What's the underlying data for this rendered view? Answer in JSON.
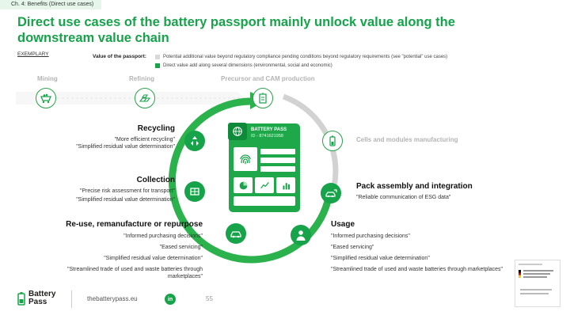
{
  "chapter": "Ch. 4: Benefits (Direct use cases)",
  "title": "Direct use cases of the battery passport mainly unlock value along the downstream value chain",
  "exemplary": "EXEMPLARY",
  "legend": {
    "label": "Value of the passport:",
    "items": [
      {
        "text": "Potential additional value beyond regulatory compliance pending conditions beyond regulatory requirements (see \"potential\" use cases)",
        "color": "#d9d9d9"
      },
      {
        "text": "Direct value add along several dimensions (environmental, social and economic)",
        "color": "#16a34a"
      }
    ]
  },
  "stages": {
    "mining": "Mining",
    "refining": "Refining",
    "precursor": "Precursor and CAM production",
    "cells": "Cells and modules manufacturing"
  },
  "passport": {
    "title": "BATTERY PASS",
    "id": "ID - 8741621958"
  },
  "sections": {
    "recycling": {
      "title": "Recycling",
      "bullets": [
        "\"More efficient recycling\"",
        "\"Simplified residual value determination\""
      ]
    },
    "collection": {
      "title": "Collection",
      "bullets": [
        "\"Precise risk assessment for transport\"",
        "\"Simplified residual value determination\""
      ]
    },
    "reuse": {
      "title": "Re-use, remanufacture or repurpose",
      "bullets": [
        "\"Informed purchasing decisions\"",
        "\"Eased servicing\"",
        "\"Simplified residual value determination\"",
        "\"Streamlined trade of used and waste batteries through marketplaces\""
      ]
    },
    "pack": {
      "title": "Pack assembly and integration",
      "bullets": [
        "\"Reliable communication of ESG data\""
      ]
    },
    "usage": {
      "title": "Usage",
      "bullets": [
        "\"Informed purchasing decisions\"",
        "\"Eased servicing\"",
        "\"Simplified residual value determination\"",
        "\"Streamlined trade of used and waste batteries through marketplaces\""
      ]
    }
  },
  "footer": {
    "logo_line1": "Battery",
    "logo_line2": "Pass",
    "url": "thebatterypass.eu",
    "linkedin": "in",
    "page": "55"
  },
  "colors": {
    "accent": "#16a34a",
    "grey": "#b4b4b4"
  }
}
